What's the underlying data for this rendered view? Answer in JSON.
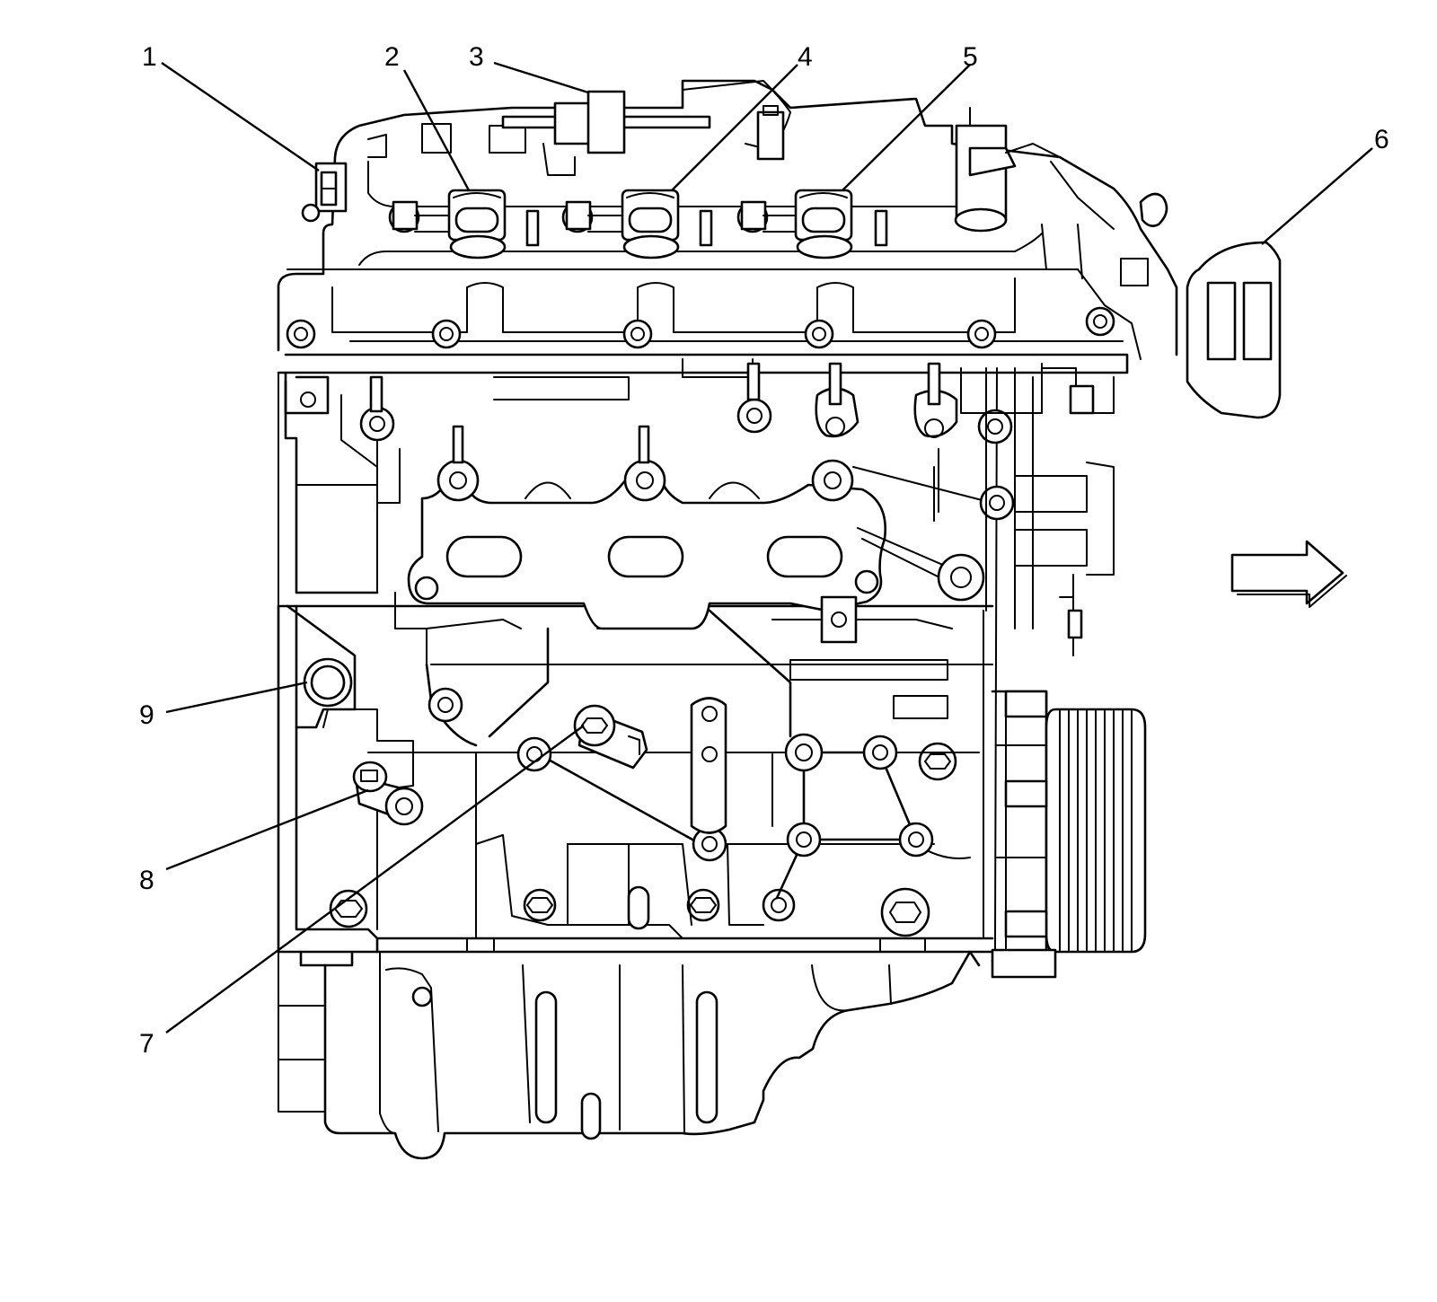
{
  "callouts": [
    {
      "id": "1",
      "label": "1"
    },
    {
      "id": "2",
      "label": "2"
    },
    {
      "id": "3",
      "label": "3"
    },
    {
      "id": "4",
      "label": "4"
    },
    {
      "id": "5",
      "label": "5"
    },
    {
      "id": "6",
      "label": "6"
    },
    {
      "id": "7",
      "label": "7"
    },
    {
      "id": "8",
      "label": "8"
    },
    {
      "id": "9",
      "label": "9"
    }
  ],
  "direction_arrow": {
    "icon": "right-arrow-icon"
  },
  "colors": {
    "line": "#000000",
    "background": "#ffffff"
  }
}
